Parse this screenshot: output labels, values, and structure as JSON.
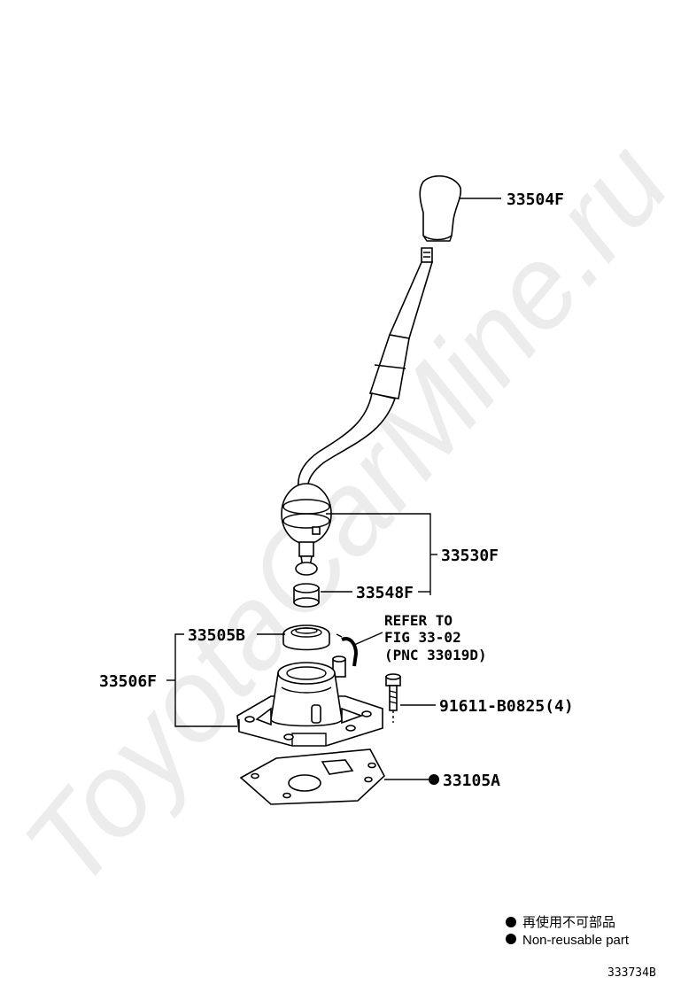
{
  "watermark": "ToyotaCarMine.ru",
  "parts": {
    "knob": "33504F",
    "lever_assy": "33530F",
    "bushing": "33548F",
    "seal": "33505B",
    "retainer": "33506F",
    "bolt": "91611-B0825(4)",
    "gasket": "33105A"
  },
  "refer_note": {
    "line1": "REFER TO",
    "line2": "FIG 33-02",
    "line3": "(PNC 33019D)"
  },
  "legend": {
    "jp": "再使用不可部品",
    "en": "Non-reusable part"
  },
  "figure_id": "333734B"
}
